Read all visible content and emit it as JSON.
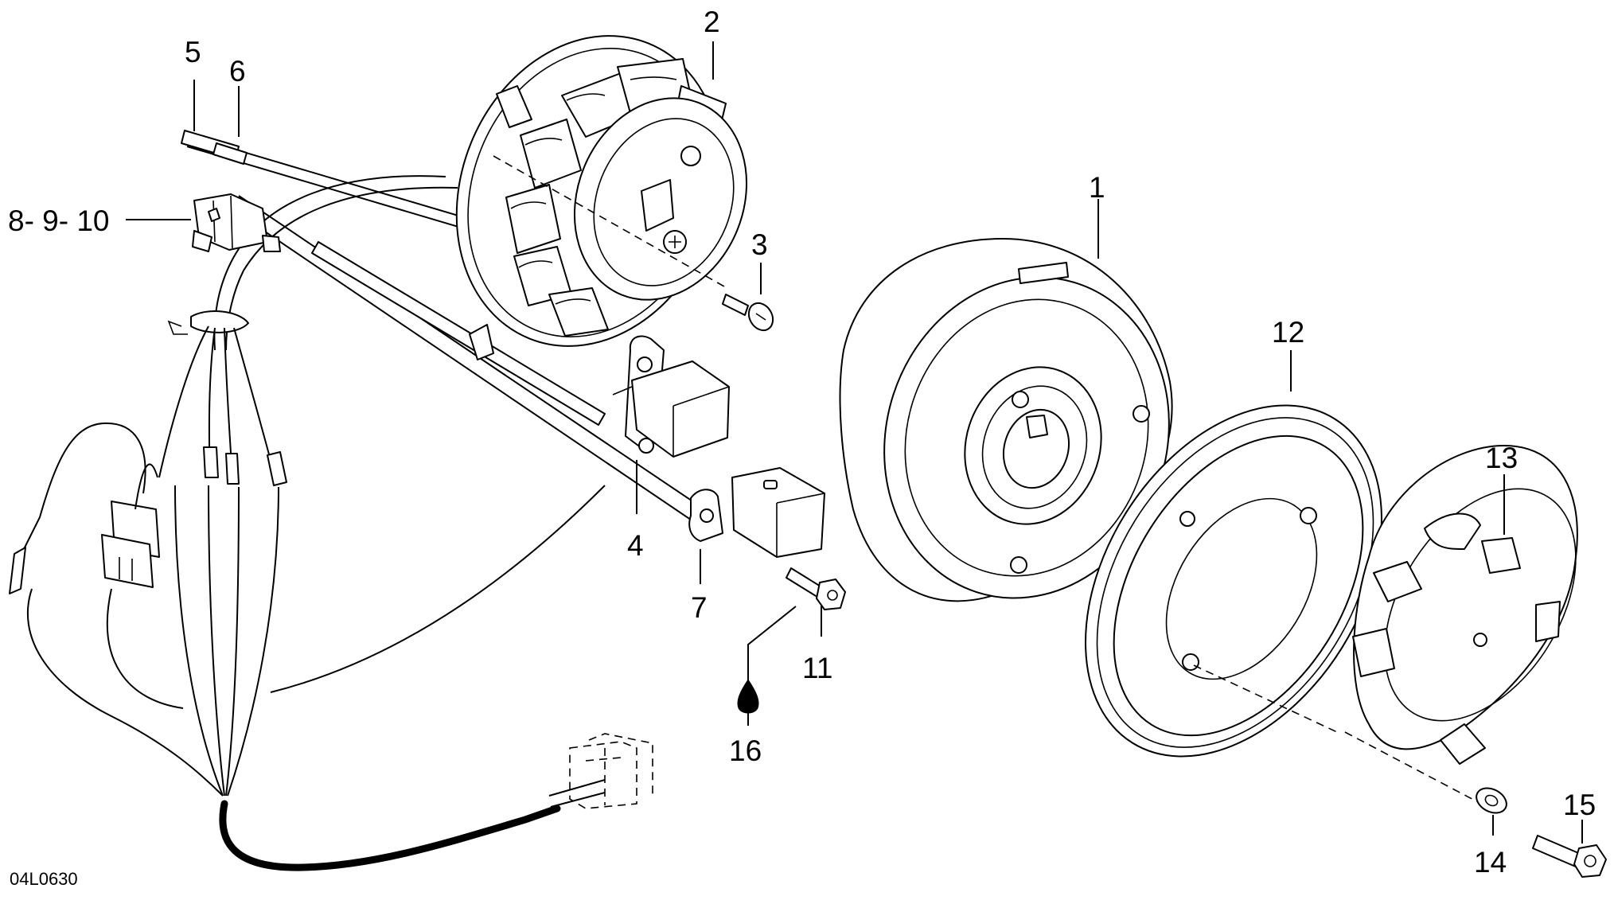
{
  "diagram": {
    "reference_code": "04L0630",
    "callouts": {
      "c1": "1",
      "c2": "2",
      "c3": "3",
      "c4": "4",
      "c5": "5",
      "c6": "6",
      "c7": "7",
      "c8_9_10": "8- 9- 10",
      "c11": "11",
      "c12": "12",
      "c13": "13",
      "c14": "14",
      "c15": "15",
      "c16": "16"
    }
  }
}
